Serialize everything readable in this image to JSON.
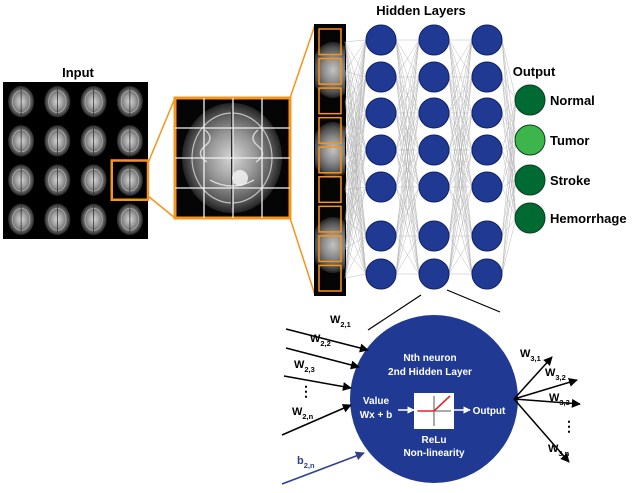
{
  "labels": {
    "input": "Input",
    "hidden_layers": "Hidden Layers",
    "output": "Output"
  },
  "outputs": [
    {
      "label": "Normal",
      "color": "#006a33"
    },
    {
      "label": "Tumor",
      "color": "#3cb54a"
    },
    {
      "label": "Stroke",
      "color": "#006a33"
    },
    {
      "label": "Hemorrhage",
      "color": "#006a33"
    }
  ],
  "colors": {
    "neuron": "#203a93",
    "neuron_dark": "#0f1f66",
    "highlight": "#f7941d",
    "bias_text": "#2e3f8f"
  },
  "neuron_detail": {
    "title_line1": "Nth neuron",
    "title_line2": "2nd Hidden Layer",
    "value_line1": "Value",
    "value_line2": "Wx + b",
    "output_text": "Output",
    "activation_line1": "ReLu",
    "activation_line2": "Non-linearity"
  },
  "input_weights": [
    {
      "base": "W",
      "sub": "2,1"
    },
    {
      "base": "W",
      "sub": "2,2"
    },
    {
      "base": "W",
      "sub": "2,3"
    },
    {
      "base": "W",
      "sub": "2,n"
    }
  ],
  "bias": {
    "base": "b",
    "sub": "2,n"
  },
  "output_weights": [
    {
      "base": "W",
      "sub": "3,1"
    },
    {
      "base": "W",
      "sub": "3,2"
    },
    {
      "base": "W",
      "sub": "3,3"
    },
    {
      "base": "W",
      "sub": "3,n"
    }
  ],
  "ellipsis": "⋮",
  "icons": {
    "mri_scan": "brain-mri-slice-icon",
    "relu_plot": "relu-graph-icon"
  }
}
